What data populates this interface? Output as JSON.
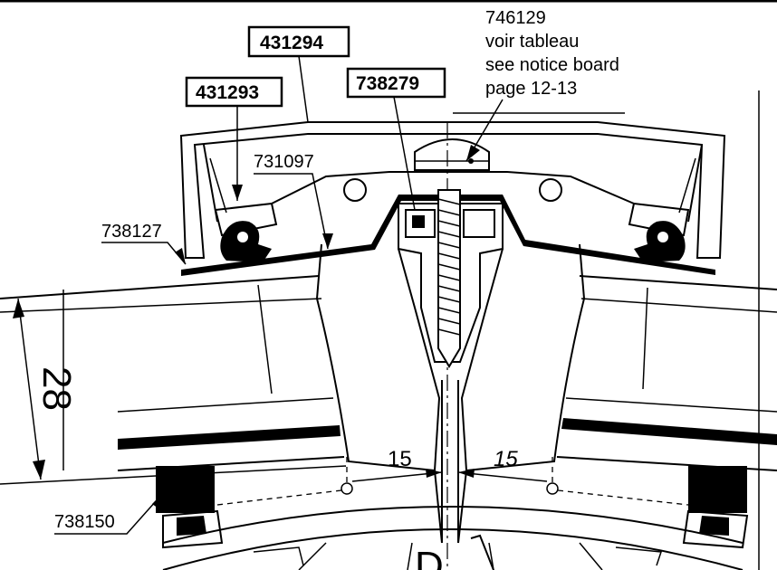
{
  "labels": {
    "part_431294": "431294",
    "part_431293": "431293",
    "part_738279": "738279",
    "part_746129": "746129",
    "note_fr": "voir tableau",
    "note_en": "see notice board",
    "note_page": "page 12-13",
    "part_731097": "731097",
    "part_738127": "738127",
    "part_738150": "738150"
  },
  "dimensions": {
    "thickness": "28",
    "gap_left": "15",
    "gap_right": "15"
  },
  "partial_letter": "D"
}
